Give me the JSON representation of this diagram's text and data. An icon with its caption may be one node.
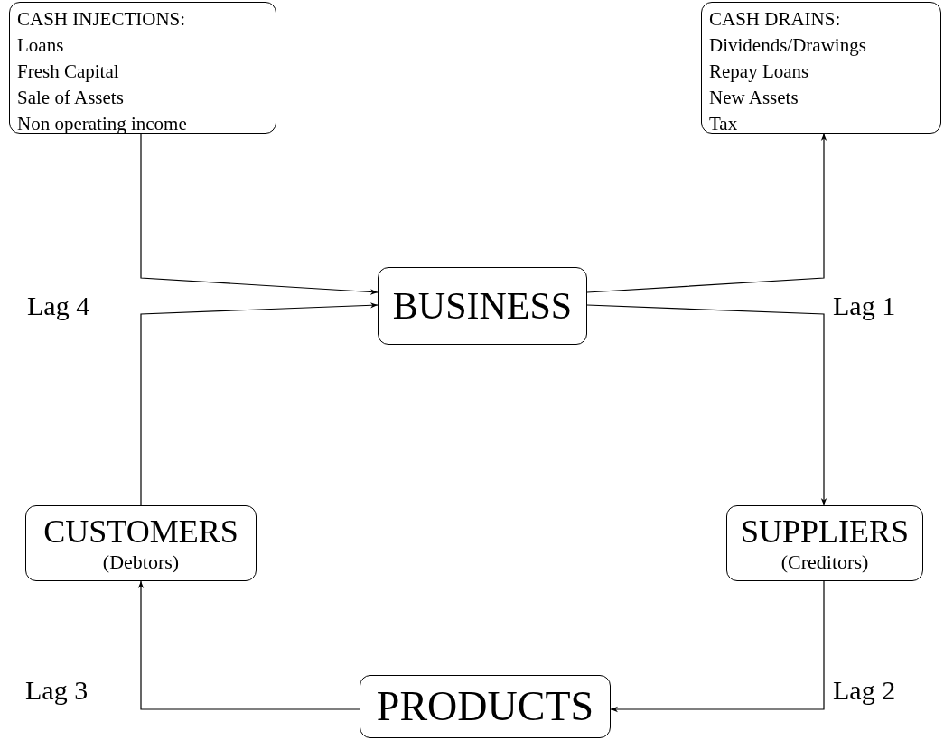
{
  "diagram": {
    "nodes": [
      {
        "text": [
          "CASH INJECTIONS:",
          "Loans",
          "Fresh Capital",
          "Sale of Assets",
          "Non operating income"
        ]
      },
      {
        "text": [
          "CASH DRAINS:",
          "Dividends/Drawings",
          "Repay Loans",
          "New Assets",
          "Tax"
        ]
      },
      {
        "text": [
          "BUSINESS"
        ]
      },
      {
        "text": [
          "CUSTOMERS",
          "(Debtors)"
        ]
      },
      {
        "text": [
          "SUPPLIERS",
          "(Creditors)"
        ]
      },
      {
        "text": [
          "PRODUCTS"
        ]
      }
    ],
    "edges": [
      {
        "from": 0,
        "to": 2,
        "arrow": "to"
      },
      {
        "from": 3,
        "to": 2,
        "arrow": "to"
      },
      {
        "from": 2,
        "to": 1,
        "arrow": "to"
      },
      {
        "from": 2,
        "to": 4,
        "arrow": "to"
      },
      {
        "from": 4,
        "to": 5,
        "arrow": "to"
      },
      {
        "from": 5,
        "to": 3,
        "arrow": "to"
      }
    ],
    "labels": [
      "Lag 4",
      "Lag 1",
      "Lag 3",
      "Lag 2"
    ]
  }
}
